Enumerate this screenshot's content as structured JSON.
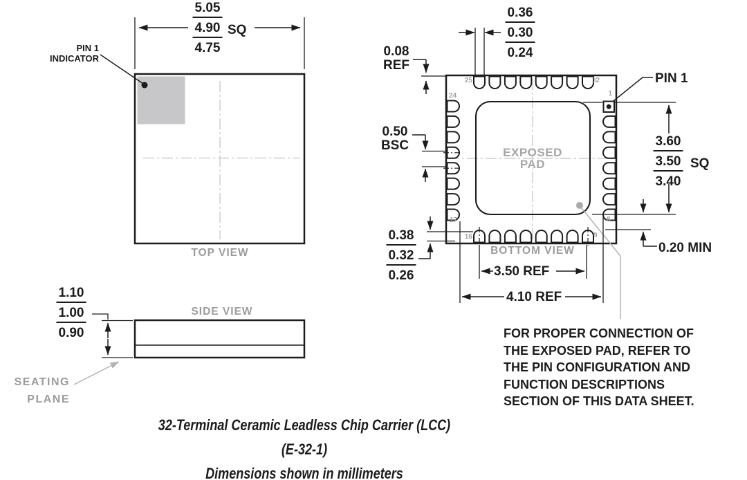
{
  "views": {
    "top": {
      "label": "TOP VIEW",
      "pin1_indicator_line1": "PIN 1",
      "pin1_indicator_line2": "INDICATOR",
      "dim_body": {
        "max": "5.05",
        "nom": "4.90",
        "min": "4.75",
        "suffix": "SQ"
      }
    },
    "side": {
      "label": "SIDE VIEW",
      "seating_line1": "SEATING",
      "seating_line2": "PLANE",
      "dim_height": {
        "max": "1.10",
        "nom": "1.00",
        "min": "0.90"
      }
    },
    "bottom": {
      "label": "BOTTOM VIEW",
      "exposed_pad_line1": "EXPOSED",
      "exposed_pad_line2": "PAD",
      "pin1_label": "PIN 1",
      "pins": {
        "p25": "25",
        "p32": "32",
        "p24": "24",
        "p1": "1",
        "p17": "17",
        "p16": "16",
        "p9": "9",
        "p8": "8"
      },
      "dim_terminal_width": {
        "max": "0.36",
        "nom": "0.30",
        "min": "0.24"
      },
      "dim_edge": {
        "line1": "0.08",
        "line2": "REF"
      },
      "dim_pitch": {
        "line1": "0.50",
        "line2": "BSC"
      },
      "dim_exposed_pad": {
        "max": "3.60",
        "nom": "3.50",
        "min": "3.40",
        "suffix": "SQ"
      },
      "dim_terminal_len": {
        "max": "0.38",
        "nom": "0.32",
        "min": "0.26"
      },
      "dim_gap": "0.20 MIN",
      "dim_inner_span": "3.50 REF",
      "dim_outer_span": "4.10 REF"
    }
  },
  "note": {
    "lines": [
      "FOR PROPER CONNECTION OF",
      "THE EXPOSED PAD, REFER TO",
      "THE PIN CONFIGURATION AND",
      "FUNCTION DESCRIPTIONS",
      "SECTION OF THIS DATA SHEET."
    ]
  },
  "caption": {
    "line1": "32-Terminal Ceramic Leadless Chip Carrier (LCC)",
    "line2": "(E-32-1)",
    "line3": "Dimensions shown in millimeters"
  },
  "colors": {
    "ink": "#1c1c1c",
    "gray_text": "#9c9c9c",
    "gray_line": "#b3b3b3",
    "pin1_indicator_fill": "#c7c7c9"
  }
}
